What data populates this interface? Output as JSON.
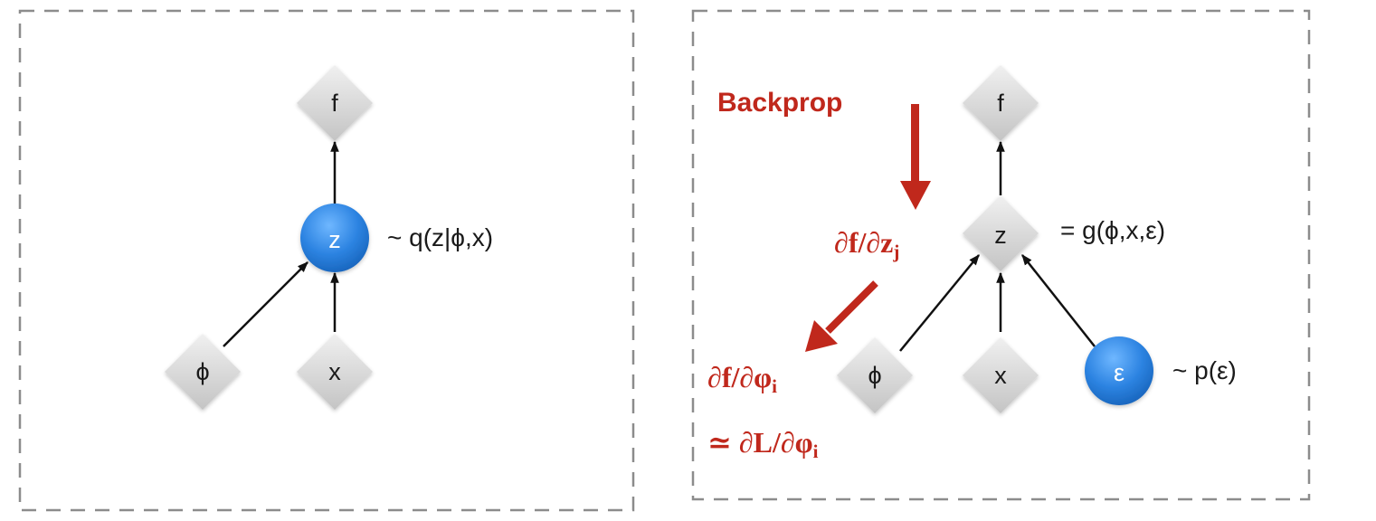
{
  "left_panel": {
    "nodes": {
      "f": "f",
      "z": "z",
      "phi": "ϕ",
      "x": "x"
    },
    "z_annotation": "~ q(z|ϕ,x)"
  },
  "right_panel": {
    "backprop_label": "Backprop",
    "nodes": {
      "f": "f",
      "z": "z",
      "phi": "ϕ",
      "x": "x",
      "eps": "ε"
    },
    "z_annotation": "= g(ϕ,x,ε)",
    "eps_annotation": "~ p(ε)",
    "grad_z": {
      "prefix": "∂f/∂z",
      "sub": "j"
    },
    "grad_phi": {
      "prefix": "∂f/∂φ",
      "sub": "i"
    },
    "grad_L": {
      "prefix": "≃ ∂L/∂φ",
      "sub": "i"
    }
  },
  "colors": {
    "red": "#c0281c",
    "blue": "#2a7fd9",
    "gray_node": "#d6d6d6",
    "dash_border": "#8c8c8c"
  }
}
